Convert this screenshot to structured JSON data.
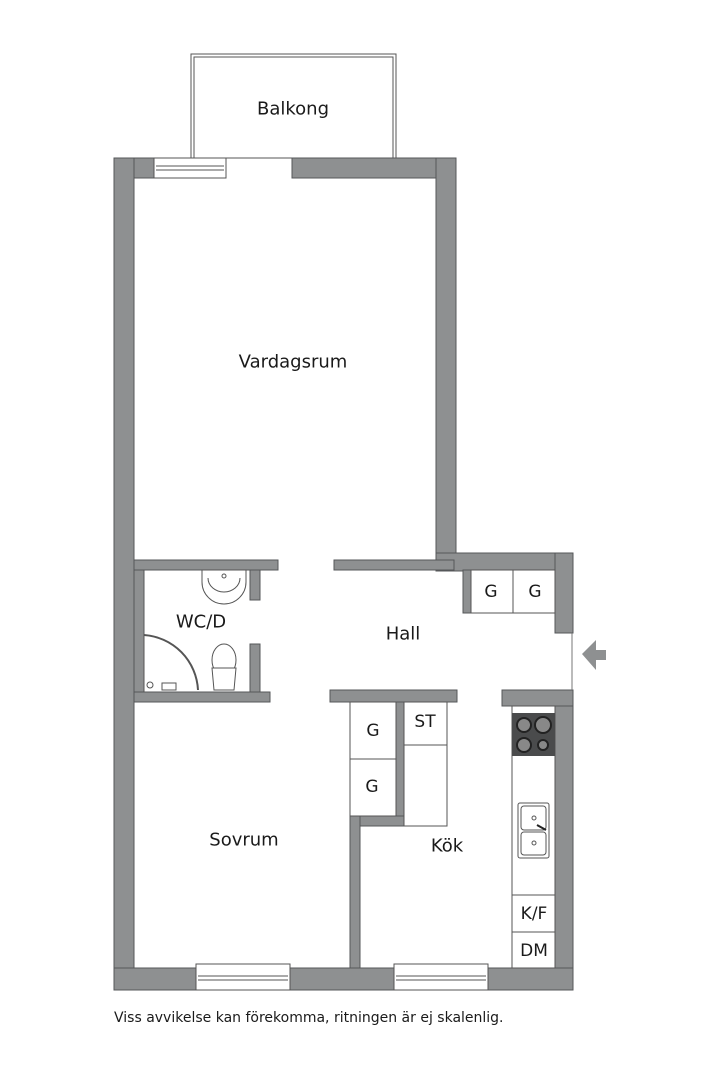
{
  "plan": {
    "wall_color": "#8e9091",
    "wall_stroke": "#555759",
    "stove_color": "#4a4b4c",
    "rooms": [
      {
        "id": "balkong",
        "label": "Balkong"
      },
      {
        "id": "vardagsrum",
        "label": "Vardagsrum"
      },
      {
        "id": "wc",
        "label": "WC/D"
      },
      {
        "id": "hall",
        "label": "Hall"
      },
      {
        "id": "sovrum",
        "label": "Sovrum"
      },
      {
        "id": "kok",
        "label": "Kök"
      }
    ],
    "fixtures": {
      "hall_wardrobe_1": "G",
      "hall_wardrobe_2": "G",
      "bedroom_wardrobe_1": "G",
      "bedroom_wardrobe_2": "G",
      "storage": "ST",
      "fridge_freezer": "K/F",
      "dishwasher": "DM"
    },
    "entrance": "entrance-arrow"
  },
  "footer": {
    "disclaimer": "Viss avvikelse kan förekomma, ritningen är ej skalenlig."
  }
}
